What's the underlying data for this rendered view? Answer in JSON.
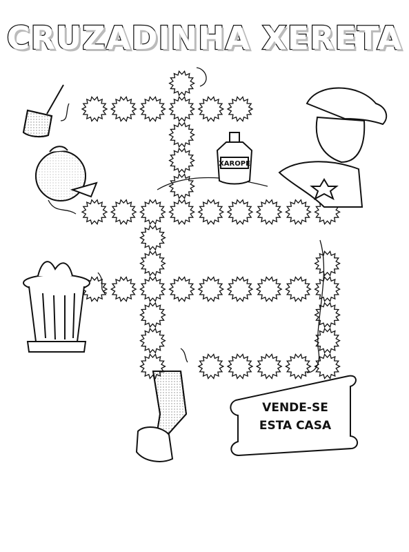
{
  "title": "CRUZADINHA XERETA",
  "sign": {
    "line1": "VENDE-SE",
    "line2": "ESTA CASA"
  },
  "bottle_label": "XAROPE",
  "words": [
    {
      "id": "broom",
      "dir": "across",
      "row": 0,
      "col": 0,
      "len": 6
    },
    {
      "id": "orange",
      "dir": "across",
      "row": 4,
      "col": 0,
      "len": 9
    },
    {
      "id": "trash",
      "dir": "across",
      "row": 7,
      "col": 0,
      "len": 9
    },
    {
      "id": "leg",
      "dir": "across",
      "row": 10,
      "col": 4,
      "len": 5
    },
    {
      "id": "sheriff",
      "dir": "down",
      "row": -1,
      "col": 3,
      "len": 5
    },
    {
      "id": "syrup",
      "dir": "down",
      "row": 4,
      "col": 2,
      "len": 7
    },
    {
      "id": "house",
      "dir": "down",
      "row": 6,
      "col": 8,
      "len": 5
    }
  ]
}
